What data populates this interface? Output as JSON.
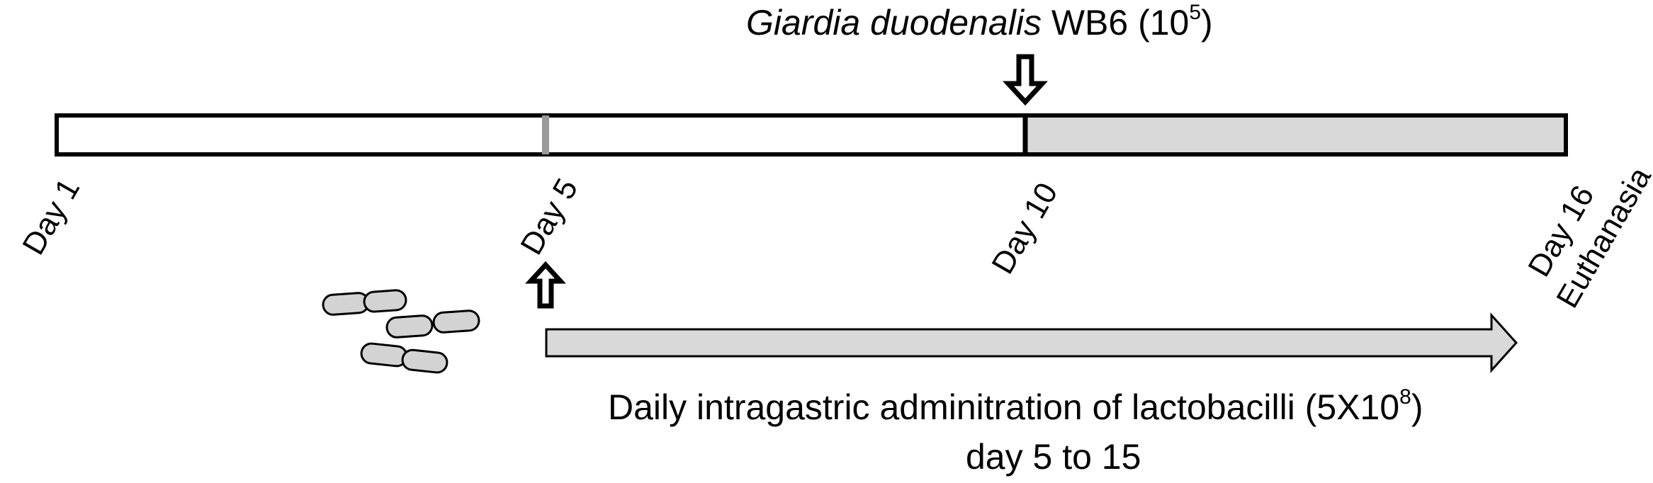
{
  "title": {
    "organism_italic": "Giardia duodenalis",
    "strain": " WB6  (10",
    "exponent": "5",
    "close": ")"
  },
  "timeline": {
    "segments": [
      {
        "from": "Day 1",
        "to": "Day 5",
        "fill": "#ffffff"
      },
      {
        "from": "Day 5",
        "to": "Day 10",
        "fill": "#ffffff"
      },
      {
        "from": "Day 10",
        "to": "Day 16",
        "fill": "#d9d9d9"
      }
    ],
    "labels": {
      "day1": "Day 1",
      "day5": "Day 5",
      "day10": "Day 10",
      "day16": "Day 16",
      "euthanasia": "Euthanasia"
    }
  },
  "caption": {
    "line1_main": "Daily intragastric adminitration of lactobacilli (5X10",
    "line1_exponent": "8",
    "line1_close": ")",
    "line2": "day 5 to 15"
  },
  "colors": {
    "outline": "#000000",
    "infected_fill": "#d9d9d9",
    "arrow_fill": "#d9d9d9",
    "bacteria_fill": "#d3d3d3"
  },
  "icons": {
    "infection_arrow": "down-arrow-icon",
    "treatment_start_arrow": "up-arrow-icon",
    "bacteria": "bacteria-icon"
  }
}
